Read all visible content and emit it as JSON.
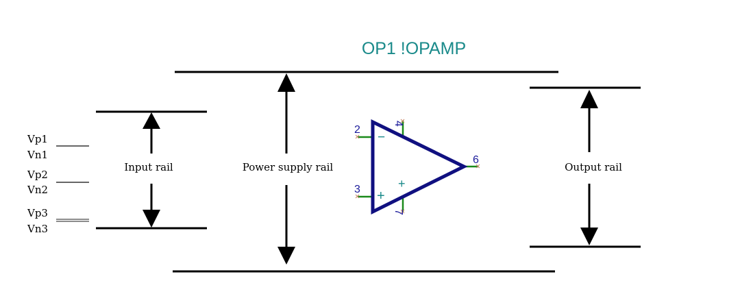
{
  "title": "OP1 !OPAMP",
  "labels": {
    "input_rail": "Input rail",
    "power_supply_rail": "Power supply rail",
    "output_rail": "Output rail"
  },
  "signals": [
    "Vp1",
    "Vn1",
    "Vp2",
    "Vn2",
    "Vp3",
    "Vn3"
  ],
  "opamp": {
    "pins": {
      "inverting": "2",
      "non_inverting": "3",
      "supply_top": "4",
      "supply_bottom": "7",
      "output": "6"
    },
    "inverting_symbol": "−",
    "non_inverting_symbol": "+",
    "body_plus": "+"
  },
  "colors": {
    "title": "#1a8a8a",
    "opamp_body": "#101080",
    "pin_number": "#1a1a9a",
    "pin_lead": "#1a8a1a",
    "pin_sign": "#1a8a8a",
    "rail": "#000000",
    "signal_line": "#666666"
  }
}
